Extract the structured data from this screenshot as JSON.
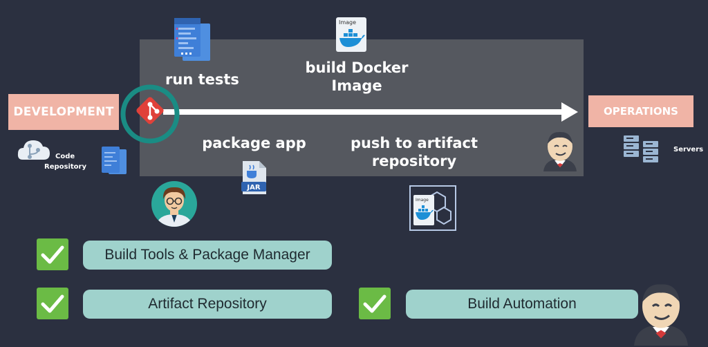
{
  "diagram": {
    "development_label": "DEVELOPMENT",
    "operations_label": "OPERATIONS",
    "steps": {
      "run_tests": "run tests",
      "build_docker": "build Docker\nImage",
      "package_app": "package app",
      "push_artifact": "push to artifact\nrepository"
    },
    "code_repository_label_1": "Code",
    "code_repository_label_2": "Repository",
    "servers_label": "Servers",
    "docker_image_tag": "Image",
    "jar_label": "JAR"
  },
  "checklist": [
    {
      "label": "Build Tools & Package Manager",
      "checked": true
    },
    {
      "label": "Artifact Repository",
      "checked": true
    },
    {
      "label": "Build Automation",
      "checked": true
    }
  ],
  "colors": {
    "background": "#2b3040",
    "panel": "#55585f",
    "stage_box": "#f0b4a6",
    "git_ring": "#1a8c84",
    "git_logo": "#e0413a",
    "check": "#6bbb45",
    "pill": "#9fd2cc"
  },
  "icons": [
    "source-file-icon",
    "docker-image-icon",
    "git-icon",
    "code-repository-icon",
    "jar-file-icon",
    "developer-avatar-icon",
    "jenkins-icon",
    "artifact-repository-icon",
    "servers-icon",
    "check-icon"
  ]
}
